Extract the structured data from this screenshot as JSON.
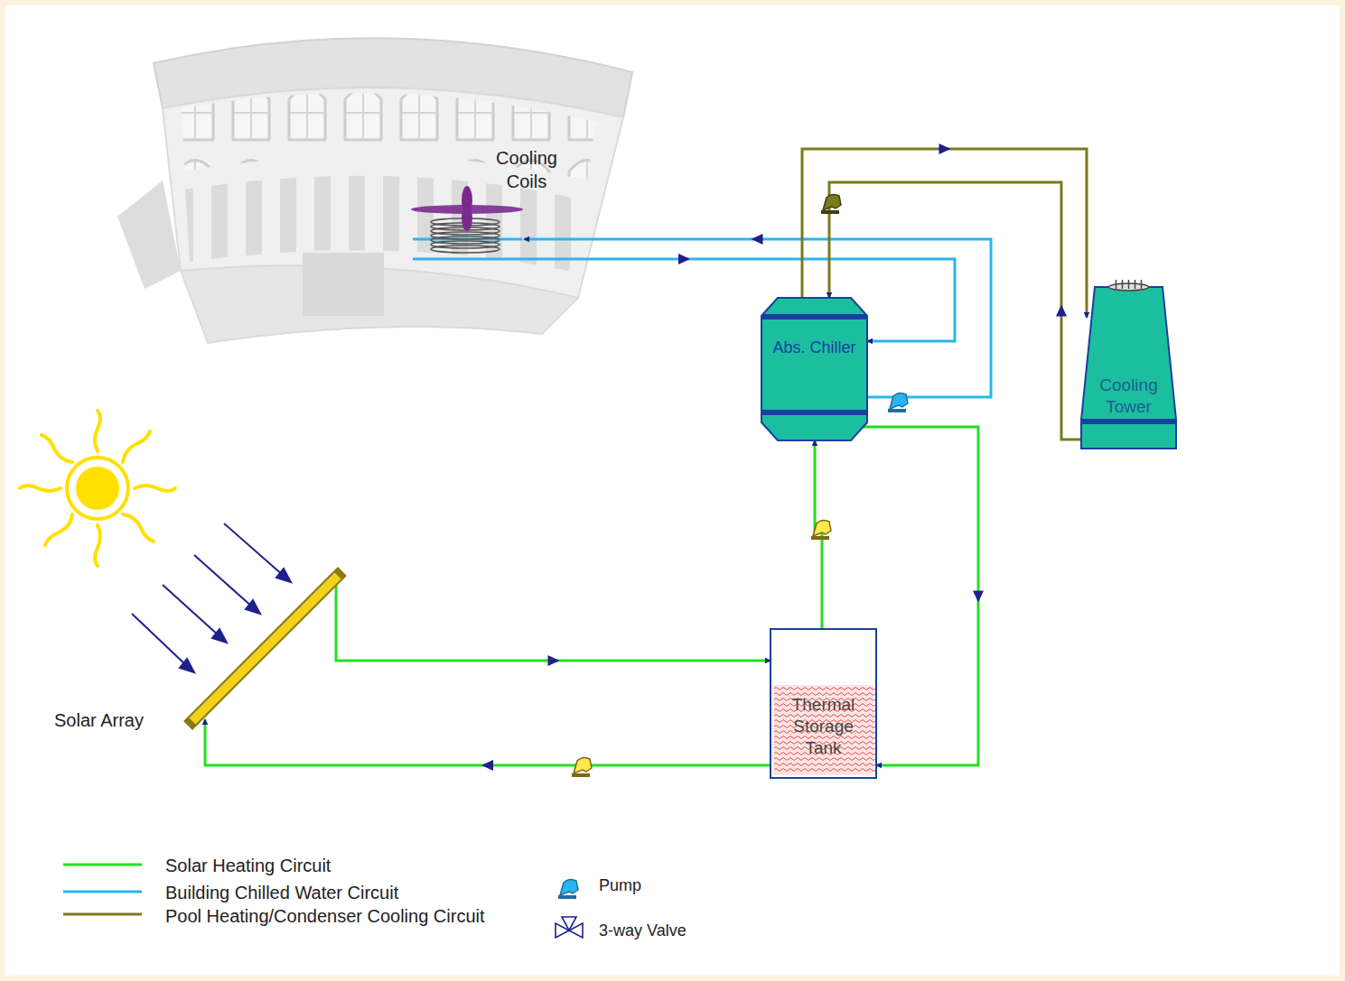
{
  "diagram": {
    "nodes": [
      {
        "text": [
          "Cooling Coils"
        ]
      },
      {
        "text": [
          "Abs. Chiller"
        ]
      },
      {
        "text": [
          "Cooling Tower"
        ]
      },
      {
        "text": [
          "Solar Array"
        ]
      },
      {
        "text": [
          "Thermal Storage Tank"
        ]
      }
    ],
    "edges": [
      {
        "from": 1,
        "to": 0,
        "arrow": "to"
      },
      {
        "from": 0,
        "to": 1,
        "arrow": "to"
      },
      {
        "from": 1,
        "to": 2,
        "arrow": "to"
      },
      {
        "from": 2,
        "to": 1,
        "arrow": "to"
      },
      {
        "from": 3,
        "to": 4,
        "arrow": "to"
      },
      {
        "from": 4,
        "to": 3,
        "arrow": "to"
      },
      {
        "from": 4,
        "to": 1,
        "arrow": "to"
      },
      {
        "from": 1,
        "to": 4,
        "arrow": "to"
      }
    ],
    "legend": [
      {
        "text": "Solar Heating Circuit"
      },
      {
        "text": "Building Chilled Water Circuit"
      },
      {
        "text": "Pool Heating/Condenser Cooling Circuit"
      },
      {
        "text": "Pump"
      },
      {
        "text": "3-way Valve"
      }
    ]
  }
}
